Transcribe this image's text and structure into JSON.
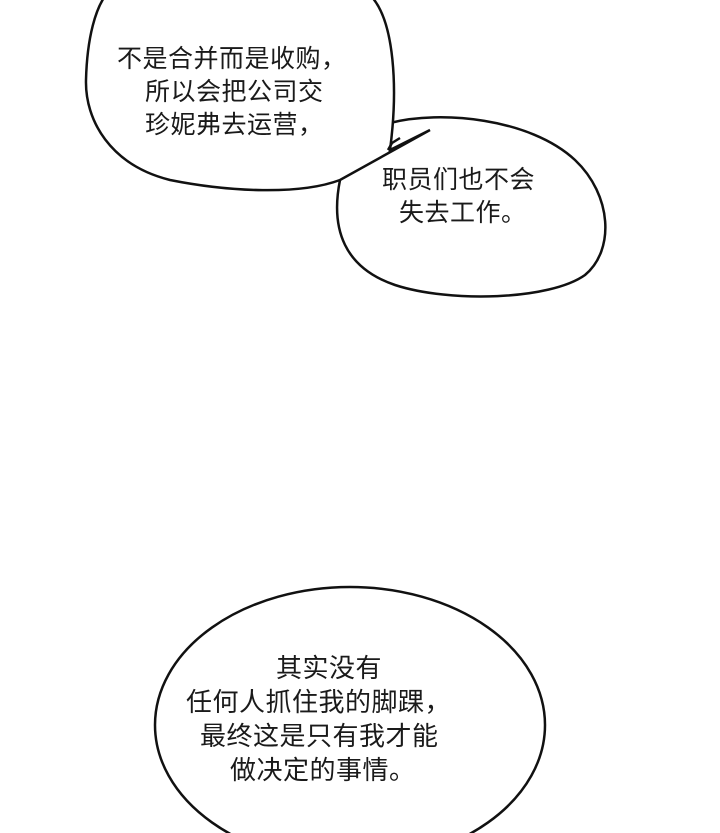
{
  "page": {
    "background": "#ffffff",
    "stroke_color": "#111111"
  },
  "bubbles": [
    {
      "id": "bubble-1",
      "lines": [
        "不是合并而是收购，",
        "所以会把公司交",
        "珍妮弗去运营，"
      ]
    },
    {
      "id": "bubble-2",
      "lines": [
        "职员们也不会",
        "失去工作。"
      ]
    },
    {
      "id": "bubble-3",
      "lines": [
        "其实没有",
        "任何人抓住我的脚踝，",
        "最终这是只有我才能",
        "做决定的事情。"
      ]
    }
  ]
}
